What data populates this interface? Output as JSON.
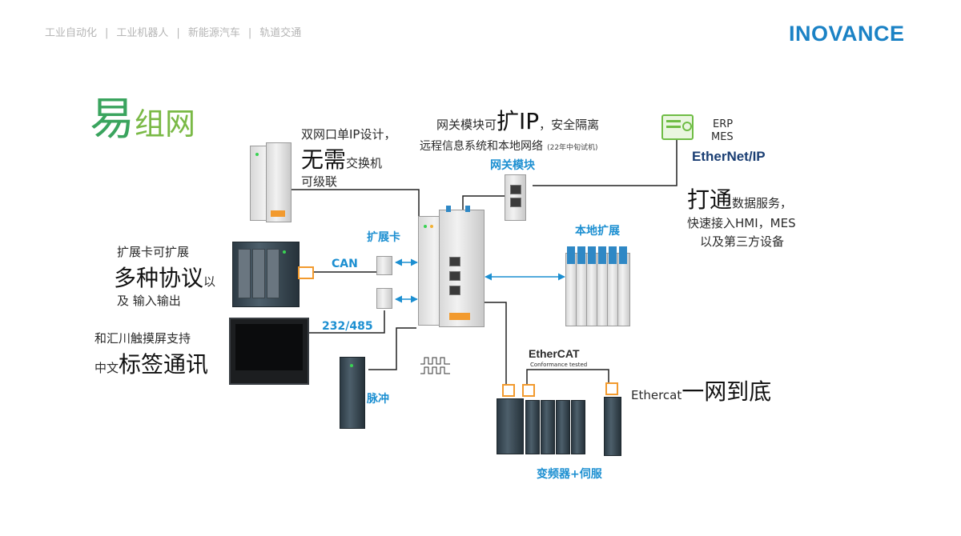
{
  "nav": {
    "items": [
      "工业自动化",
      "工业机器人",
      "新能源汽车",
      "轨道交通"
    ],
    "separator": "|"
  },
  "brand": {
    "logo_text": "INOVANCE",
    "color": "#1b82c5"
  },
  "title": {
    "part1": "易",
    "part2": "组网"
  },
  "dual_port": {
    "line1": "双网口单IP设计，",
    "big": "无需",
    "rest": "交换机",
    "line3": "可级联"
  },
  "gateway": {
    "line1_pre": "网关模块可",
    "line1_big": "扩IP",
    "line1_post": "，安全隔离",
    "line2": "远程信息系统和本地网络",
    "line2_note": "(22年中旬试机)",
    "label": "网关模块"
  },
  "erp": {
    "line1": "ERP",
    "line2": "MES",
    "ethernet_ip": "EtherNet/IP"
  },
  "connect": {
    "big": "打通",
    "line1_rest": "数据服务，",
    "line2": "快速接入HMI，MES",
    "line3": "以及第三方设备"
  },
  "expansion_card": {
    "line1": "扩展卡可扩展",
    "big": "多种协议",
    "big_post": "以",
    "line3": "及 输入输出",
    "label": "扩展卡",
    "can_label": "CAN",
    "serial_label": "232/485"
  },
  "hmi": {
    "line1": "和汇川触摸屏支持",
    "line2_pre": "中文",
    "line2_big": "标签通讯"
  },
  "local_expansion": {
    "label": "本地扩展"
  },
  "pulse": {
    "label": "脉冲"
  },
  "ethercat": {
    "logo_main": "EtherCAT",
    "logo_sub": "Conformance tested",
    "text_pre": "Ethercat",
    "text_big": "一网到底",
    "drives_label": "变频器+伺服"
  },
  "colors": {
    "accent_blue": "#1c8fd1",
    "green": "#3aa45e",
    "orange": "#f29a2e"
  }
}
